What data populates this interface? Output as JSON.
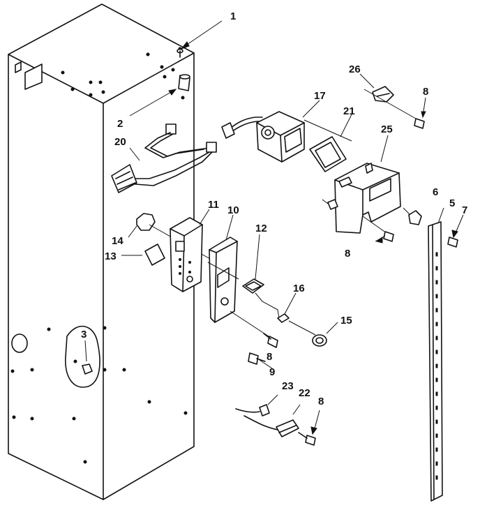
{
  "colors": {
    "ink": "#111111",
    "paper": "#ffffff"
  },
  "callouts": {
    "c1": "1",
    "c2": "2",
    "c3": "3",
    "c5": "5",
    "c6": "6",
    "c7": "7",
    "c8a": "8",
    "c8b": "8",
    "c8c": "8",
    "c8d": "8",
    "c9": "9",
    "c10": "10",
    "c11": "11",
    "c12": "12",
    "c13": "13",
    "c14": "14",
    "c15": "15",
    "c16": "16",
    "c17": "17",
    "c20": "20",
    "c21": "21",
    "c22": "22",
    "c23": "23",
    "c25": "25",
    "c26": "26"
  }
}
